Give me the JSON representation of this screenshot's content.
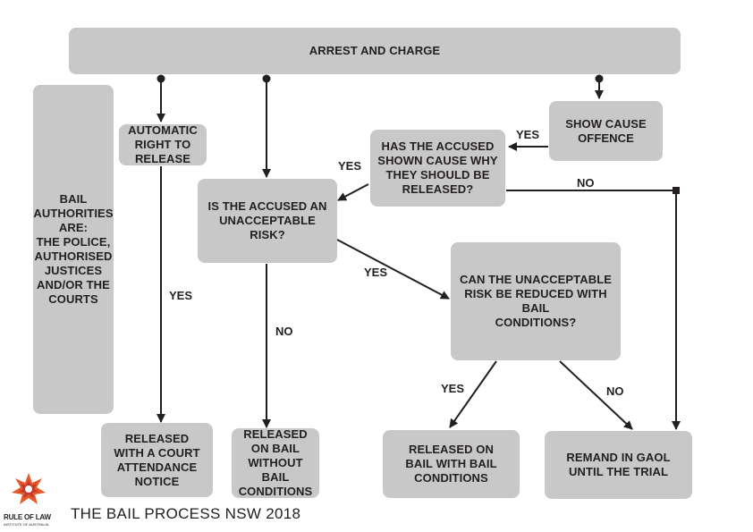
{
  "nodes": {
    "arrest": "ARREST AND CHARGE",
    "authorities": "BAIL\nAUTHORITIES\nARE:\nTHE POLICE,\nAUTHORISED\nJUSTICES\nAND/OR THE\nCOURTS",
    "automatic": "AUTOMATIC\nRIGHT TO\nRELEASE",
    "show_cause": "SHOW CAUSE\nOFFENCE",
    "has_shown": "HAS THE ACCUSED\nSHOWN CAUSE WHY\nTHEY SHOULD BE\nRELEASED?",
    "unacceptable": "IS THE ACCUSED AN\nUNACCEPTABLE RISK?",
    "reduced": "CAN THE UNACCEPTABLE\nRISK BE REDUCED WITH BAIL\nCONDITIONS?",
    "court_notice": "RELEASED\nWITH A COURT\nATTENDANCE\nNOTICE",
    "without_bail": "RELEASED\nON BAIL\nWITHOUT  BAIL\nCONDITIONS",
    "with_bail": "RELEASED ON\nBAIL WITH BAIL\nCONDITIONS",
    "remand": "REMAND IN GAOL\nUNTIL THE TRIAL"
  },
  "edge_labels": {
    "yes_show_cause": "YES",
    "yes_shown": "YES",
    "no_shown": "NO",
    "yes_automatic": "YES",
    "no_risk": "NO",
    "yes_risk": "YES",
    "yes_reduced": "YES",
    "no_reduced": "NO"
  },
  "title": "THE BAIL PROCESS NSW 2018",
  "logo": {
    "name": "RULE OF LAW",
    "subtitle": "INSTITUTE OF AUSTRALIA"
  },
  "colors": {
    "box": "#c8c8c9",
    "line": "#231f20",
    "logo_orange": "#e8572a",
    "logo_red": "#c0392b"
  }
}
